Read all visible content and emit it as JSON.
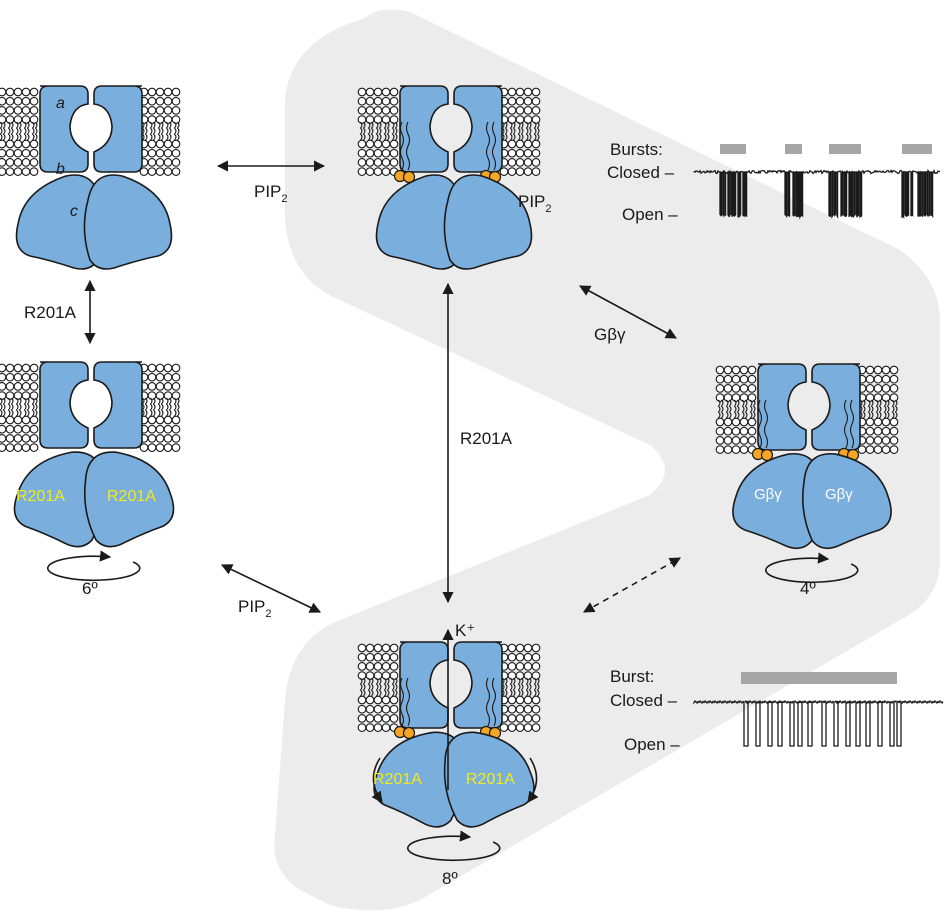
{
  "labels": {
    "domain_a": "a",
    "domain_b": "b",
    "domain_c": "c",
    "pip2_top": "PIP",
    "pip2_sub": "2",
    "pip2_bound": "PIP",
    "pip2_bound_sub": "2",
    "r201a_left": "R201A",
    "r201a_center": "R201A",
    "gbg_arrow": "Gβγ",
    "pip2_bottom": "PIP",
    "pip2_bottom_sub": "2",
    "k_ion": "K⁺",
    "rot_6": "6º",
    "rot_4": "4º",
    "rot_8": "8º"
  },
  "mutant_labels": {
    "left_1": "R201A",
    "left_2": "R201A",
    "bottom_1": "R201A",
    "bottom_2": "R201A"
  },
  "gbg_labels": {
    "one": "Gβγ",
    "two": "Gβγ"
  },
  "trace_top": {
    "bursts": "Bursts:",
    "closed": "Closed –",
    "open": "Open –"
  },
  "trace_bottom": {
    "burst": "Burst:",
    "closed": "Closed –",
    "open": "Open –"
  },
  "colors": {
    "channel_fill": "#7aaedd",
    "pip2_fill": "#f5a623",
    "mutation_text": "#f1ea1a",
    "background_shape": "#ececec",
    "burst_bar": "#a6a6a6"
  }
}
